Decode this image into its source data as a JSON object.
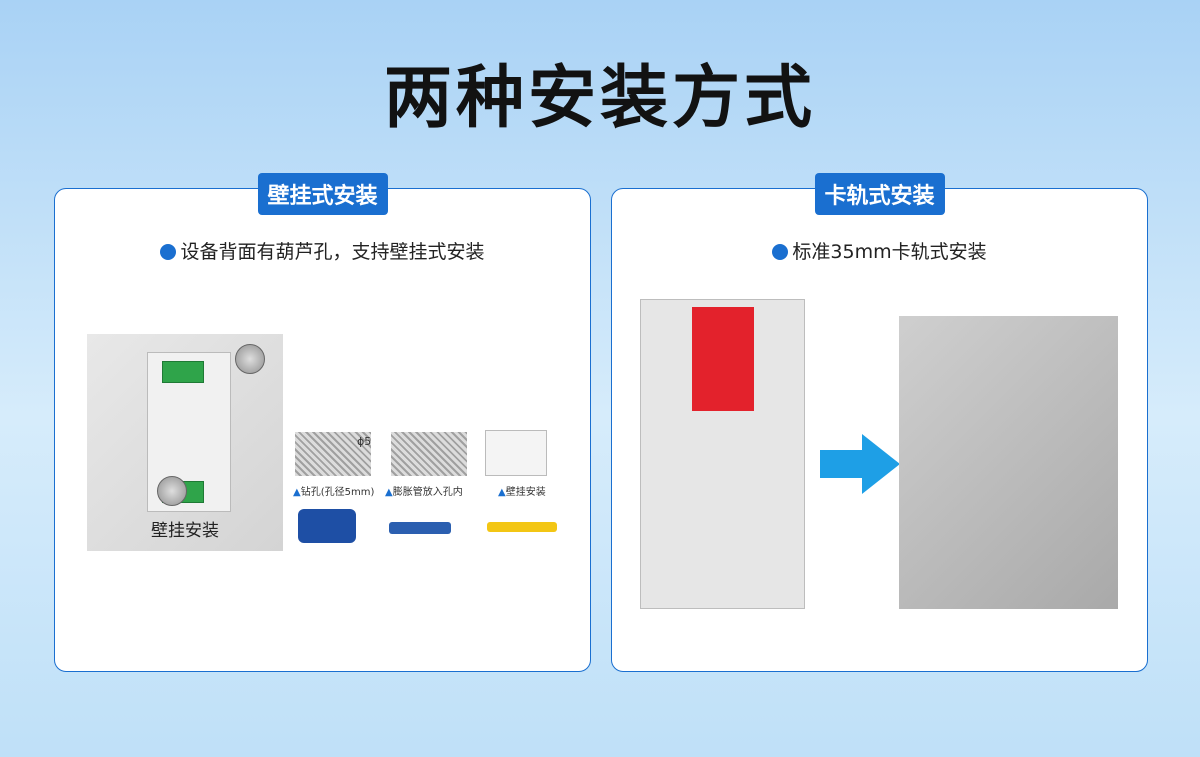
{
  "title": "两种安装方式",
  "left": {
    "badge": "壁挂式安装",
    "desc": "设备背面有葫芦孔，支持壁挂式安装",
    "photo_caption": "壁挂安装",
    "steps": [
      {
        "label": "钻孔(孔径5mm)"
      },
      {
        "label": "膨胀管放入孔内"
      },
      {
        "label": "壁挂安装"
      }
    ],
    "phi": "ϕ5"
  },
  "right": {
    "badge": "卡轨式安装",
    "desc": "标准35mm卡轨式安装"
  },
  "colors": {
    "accent": "#1a6fd0",
    "arrow": "#1e9fe6",
    "clip": "#e3222c"
  }
}
